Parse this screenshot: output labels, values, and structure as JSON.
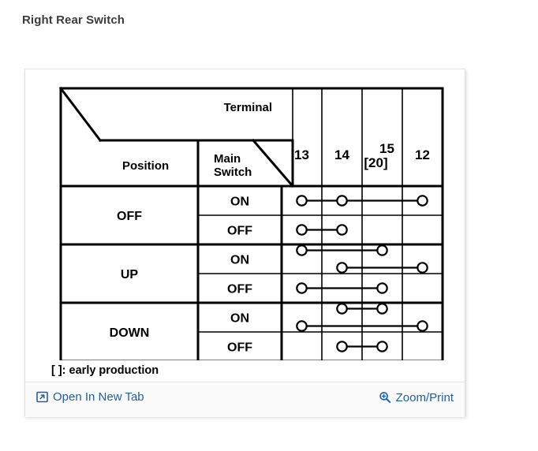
{
  "page": {
    "title": "Right Rear Switch"
  },
  "card": {
    "footnote": "[  ]: early production",
    "footer": {
      "open_in_new_tab": {
        "label": "Open In New Tab",
        "icon": "open-in-new-tab-icon"
      },
      "zoom_print": {
        "label": "Zoom/Print",
        "icon": "magnifier-plus-icon"
      },
      "link_color": "#1f5fa9"
    }
  },
  "chart_data": {
    "type": "table",
    "title": "Right Rear Switch",
    "corner_headers": {
      "terminal": "Terminal",
      "position": "Position",
      "main_switch": "Main\nSwitch",
      "main_switch_line1": "Main",
      "main_switch_line2": "Switch"
    },
    "terminal_columns": [
      {
        "label": "13",
        "sub": ""
      },
      {
        "label": "14",
        "sub": ""
      },
      {
        "label": "15",
        "sub": "[20]"
      },
      {
        "label": "12",
        "sub": ""
      }
    ],
    "row_groups": [
      {
        "position": "OFF",
        "rows": [
          {
            "main_switch": "ON",
            "continuity": [
              {
                "terminals": [
                  "13",
                  "14",
                  "12"
                ],
                "lane": 0
              }
            ]
          },
          {
            "main_switch": "OFF",
            "continuity": [
              {
                "terminals": [
                  "13",
                  "14"
                ],
                "lane": 0
              }
            ]
          }
        ]
      },
      {
        "position": "UP",
        "rows": [
          {
            "main_switch": "ON",
            "continuity": [
              {
                "terminals": [
                  "13",
                  "15"
                ],
                "lane": -1
              },
              {
                "terminals": [
                  "14",
                  "12"
                ],
                "lane": 1
              }
            ]
          },
          {
            "main_switch": "OFF",
            "continuity": [
              {
                "terminals": [
                  "13",
                  "15"
                ],
                "lane": 0
              }
            ]
          }
        ]
      },
      {
        "position": "DOWN",
        "rows": [
          {
            "main_switch": "ON",
            "continuity": [
              {
                "terminals": [
                  "14",
                  "15"
                ],
                "lane": -1
              },
              {
                "terminals": [
                  "13",
                  "12"
                ],
                "lane": 1
              }
            ]
          },
          {
            "main_switch": "OFF",
            "continuity": [
              {
                "terminals": [
                  "14",
                  "15"
                ],
                "lane": 0
              }
            ]
          }
        ]
      }
    ],
    "legend": "[  ]: early production",
    "notation": "circles joined by a line indicate continuity between those terminals"
  }
}
